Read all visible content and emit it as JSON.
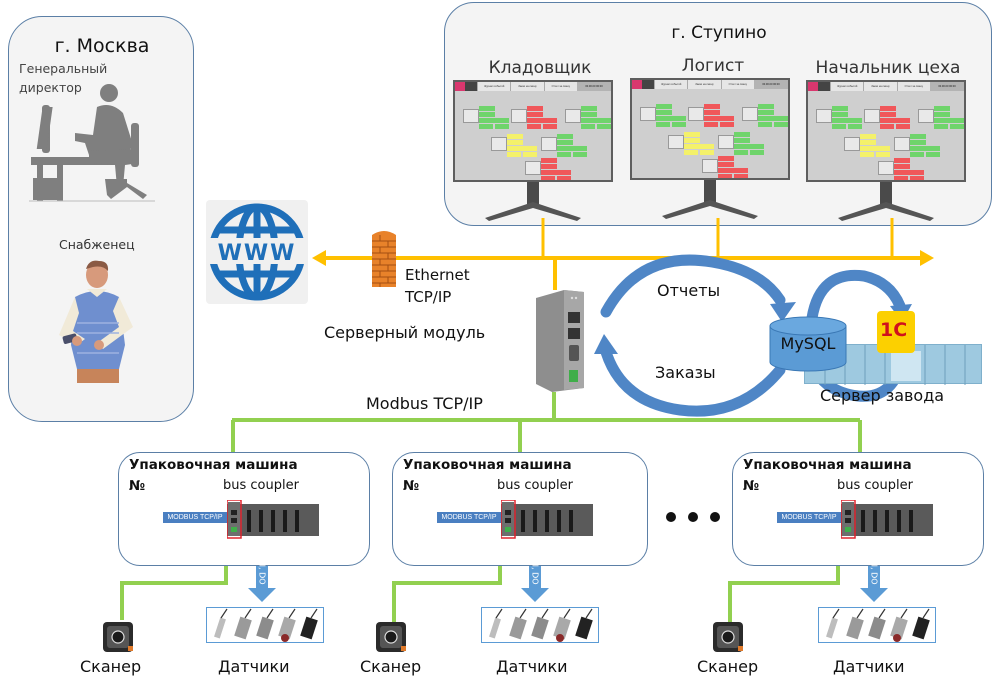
{
  "moscow": {
    "title": "г. Москва",
    "director_label": "Генеральный директор",
    "director_label_line1": "Генеральный",
    "director_label_line2": "директор",
    "supplier_label": "Снабженец"
  },
  "stupino": {
    "title": "г. Ступино",
    "workstations": [
      {
        "role": "Кладовщик"
      },
      {
        "role": "Логист"
      },
      {
        "role": "Начальник цеха"
      }
    ],
    "screen_tabs": [
      "Журнал событий",
      "Заказ на смену",
      "Отчет за смену"
    ],
    "screen_clock": "00.00.00 00:00",
    "status_colors": {
      "working": "#6fd46b",
      "stopped": "#f0575a",
      "warning": "#f4f16a"
    }
  },
  "network": {
    "internet_icon": "www-globe-icon",
    "firewall_icon": "firewall-icon",
    "ethernet_line1": "Ethernet",
    "ethernet_line2": "TCP/IP",
    "server_module_label": "Серверный модуль",
    "modbus_label": "Modbus TCP/IP",
    "ethernet_color": "#ffc000",
    "modbus_color": "#92d050"
  },
  "data_flows": {
    "reports_label": "Отчеты",
    "orders_label": "Заказы",
    "db_label": "MySQL",
    "erp_logo": "1С",
    "plant_server_label": "Сервер завода"
  },
  "machines": [
    {
      "title": "Упаковочная машина",
      "number": "№",
      "coupler_label": "bus coupler",
      "protocol_tag": "MODBUS TCP/IP",
      "io_label": "DI, DO",
      "scanner_label": "Сканер",
      "sensors_label": "Датчики"
    },
    {
      "title": "Упаковочная машина",
      "number": "№",
      "coupler_label": "bus coupler",
      "protocol_tag": "MODBUS TCP/IP",
      "io_label": "DI, DO",
      "scanner_label": "Сканер",
      "sensors_label": "Датчики"
    },
    {
      "title": "Упаковочная машина",
      "number": "№",
      "coupler_label": "bus coupler",
      "protocol_tag": "MODBUS TCP/IP",
      "io_label": "DI, DO",
      "scanner_label": "Сканер",
      "sensors_label": "Датчики"
    }
  ],
  "ellipsis": "• • •"
}
